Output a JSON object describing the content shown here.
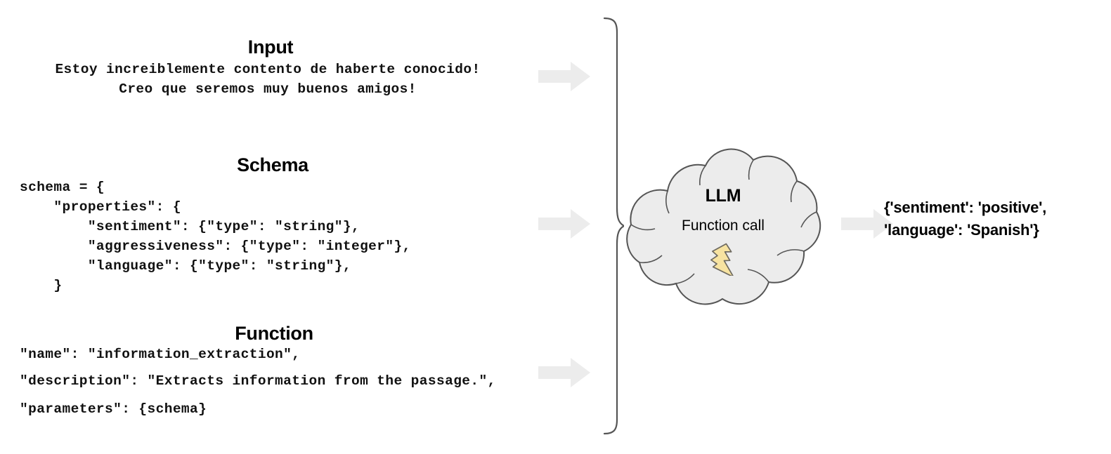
{
  "diagram": {
    "title": "LLM structured extraction via function call",
    "background_color": "#ffffff",
    "arrow_color": "#ececec",
    "cloud_fill": "#ececec",
    "cloud_stroke": "#555555",
    "bolt_fill": "#f7e3a1",
    "bolt_stroke": "#6e6a60",
    "text_color": "#000000"
  },
  "sections": {
    "input": {
      "heading": "Input",
      "lines": [
        "Estoy increiblemente contento de haberte conocido!",
        "Creo que seremos muy buenos amigos!"
      ]
    },
    "schema": {
      "heading": "Schema",
      "lines": [
        "schema = {",
        "    \"properties\": {",
        "        \"sentiment\": {\"type\": \"string\"},",
        "        \"aggressiveness\": {\"type\": \"integer\"},",
        "        \"language\": {\"type\": \"string\"},",
        "    }"
      ]
    },
    "function": {
      "heading": "Function",
      "lines": [
        "\"name\": \"information_extraction\",",
        "\"description\": \"Extracts information from the passage.\",",
        "\"parameters\": {schema}"
      ]
    }
  },
  "arrows": {
    "input_arrow_name": "arrow-input-to-llm",
    "schema_arrow_name": "arrow-schema-to-llm",
    "function_arrow_name": "arrow-function-to-llm",
    "output_arrow_name": "arrow-llm-to-output"
  },
  "brace": {
    "name": "grouping-brace",
    "orientation": "left-opening"
  },
  "llm": {
    "title": "LLM",
    "subtitle": "Function call",
    "icon": "lightning-bolt-icon"
  },
  "output": {
    "lines": [
      "{'sentiment': 'positive',",
      "'language': 'Spanish'}"
    ]
  }
}
